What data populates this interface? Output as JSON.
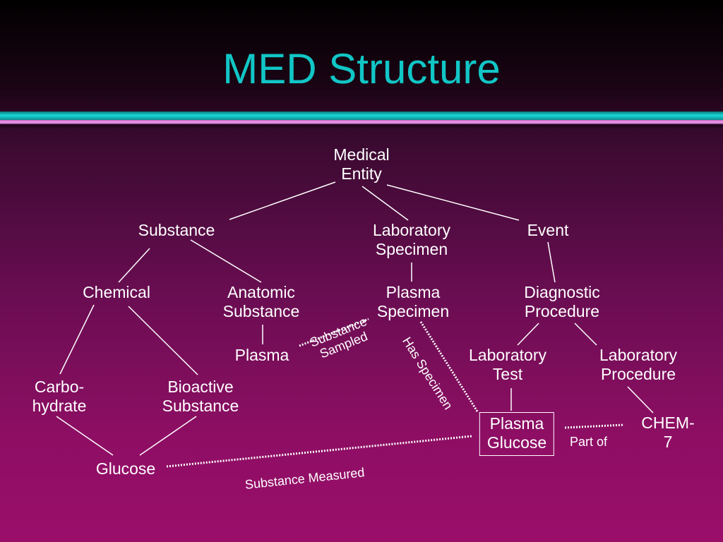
{
  "title": "MED Structure",
  "colors": {
    "title": "#11c6c6",
    "band_teal": "#19d7d7",
    "band_pink": "#f0a6ee",
    "text": "#ffffff"
  },
  "nodes": {
    "medical_entity": "Medical\nEntity",
    "substance": "Substance",
    "laboratory_specimen": "Laboratory\nSpecimen",
    "event": "Event",
    "chemical": "Chemical",
    "anatomic_substance": "Anatomic\nSubstance",
    "plasma_specimen": "Plasma\nSpecimen",
    "diagnostic_procedure": "Diagnostic\nProcedure",
    "plasma": "Plasma",
    "laboratory_test": "Laboratory\nTest",
    "laboratory_procedure": "Laboratory\nProcedure",
    "carbohydrate": "Carbo-\nhydrate",
    "bioactive_substance": "Bioactive\nSubstance",
    "plasma_glucose": "Plasma\nGlucose",
    "chem7": "CHEM-7",
    "glucose": "Glucose"
  },
  "relations": {
    "substance_sampled": "Substance\nSampled",
    "has_specimen": "Has Specimen",
    "part_of": "Part of",
    "substance_measured": "Substance Measured"
  }
}
